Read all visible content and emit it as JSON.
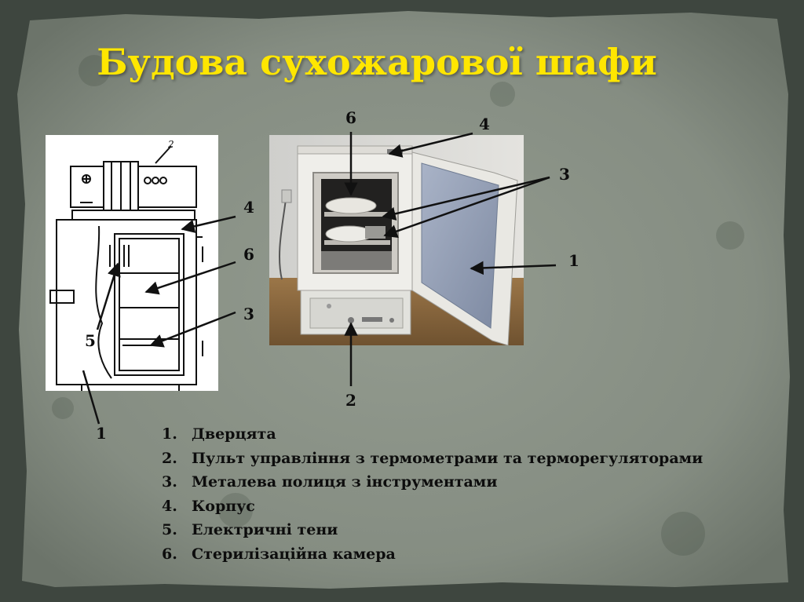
{
  "title": "Будова сухожарової шафи",
  "schematic": {
    "top_label": "2",
    "labels": {
      "l4": "4",
      "l6": "6",
      "l3": "3",
      "l5": "5",
      "l1": "1"
    }
  },
  "photo": {
    "labels": {
      "l6": "6",
      "l4": "4",
      "l3": "3",
      "l1": "1",
      "l2": "2"
    }
  },
  "legend": [
    {
      "num": "1.",
      "text": "Дверцята"
    },
    {
      "num": "2.",
      "text": "Пульт управління з термометрами та терморегуляторами"
    },
    {
      "num": "3.",
      "text": "Металева полиця з інструментами"
    },
    {
      "num": "4.",
      "text": "Корпус"
    },
    {
      "num": "5.",
      "text": "Електричні тени"
    },
    {
      "num": "6.",
      "text": "Стерилізаційна камера"
    }
  ],
  "colors": {
    "title": "#ffe600",
    "background_panel": "#858d82",
    "frame": "#3e463f",
    "text": "#0d0d0d"
  }
}
